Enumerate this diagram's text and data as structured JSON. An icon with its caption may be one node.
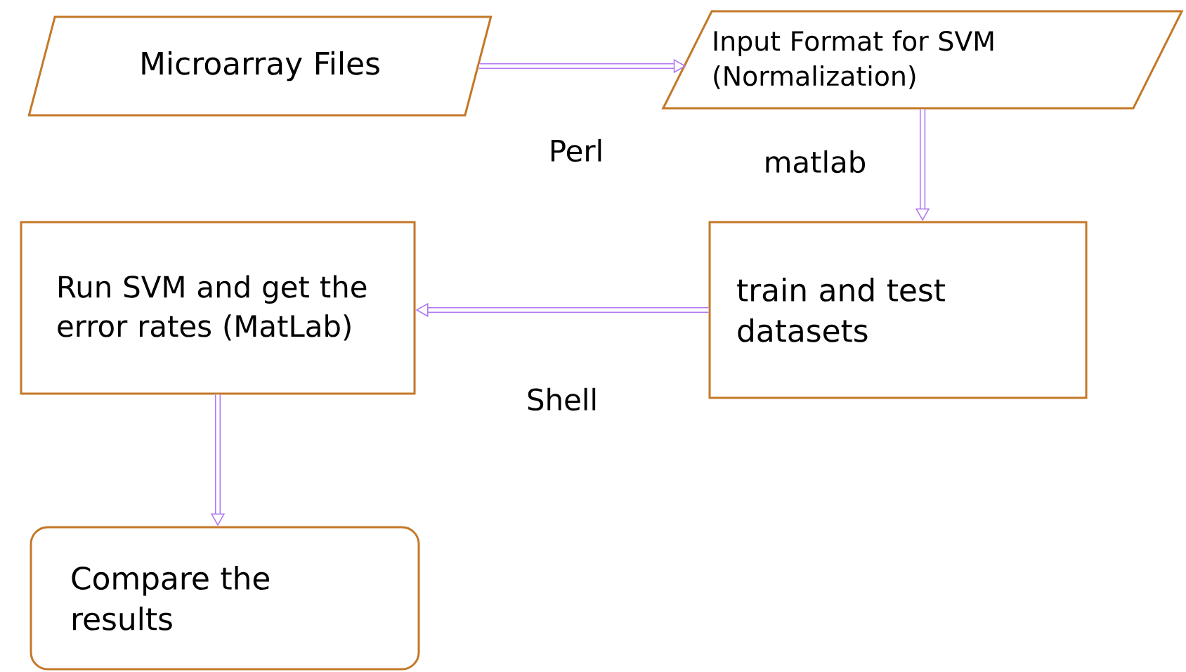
{
  "diagram": {
    "nodes": [
      {
        "text": [
          "Microarray Files"
        ]
      },
      {
        "text": [
          "Input Format for SVM (Normalization)"
        ]
      },
      {
        "text": [
          "train and test datasets"
        ]
      },
      {
        "text": [
          "Run SVM and get the error rates (MatLab)"
        ]
      },
      {
        "text": [
          "Compare the results"
        ]
      }
    ],
    "edges": [
      {
        "from": 0,
        "to": 1,
        "arrow": "to",
        "label": "Perl"
      },
      {
        "from": 1,
        "to": 2,
        "arrow": "to",
        "label": "matlab"
      },
      {
        "from": 2,
        "to": 3,
        "arrow": "to",
        "label": "Shell"
      },
      {
        "from": 3,
        "to": 4,
        "arrow": "to"
      }
    ]
  }
}
